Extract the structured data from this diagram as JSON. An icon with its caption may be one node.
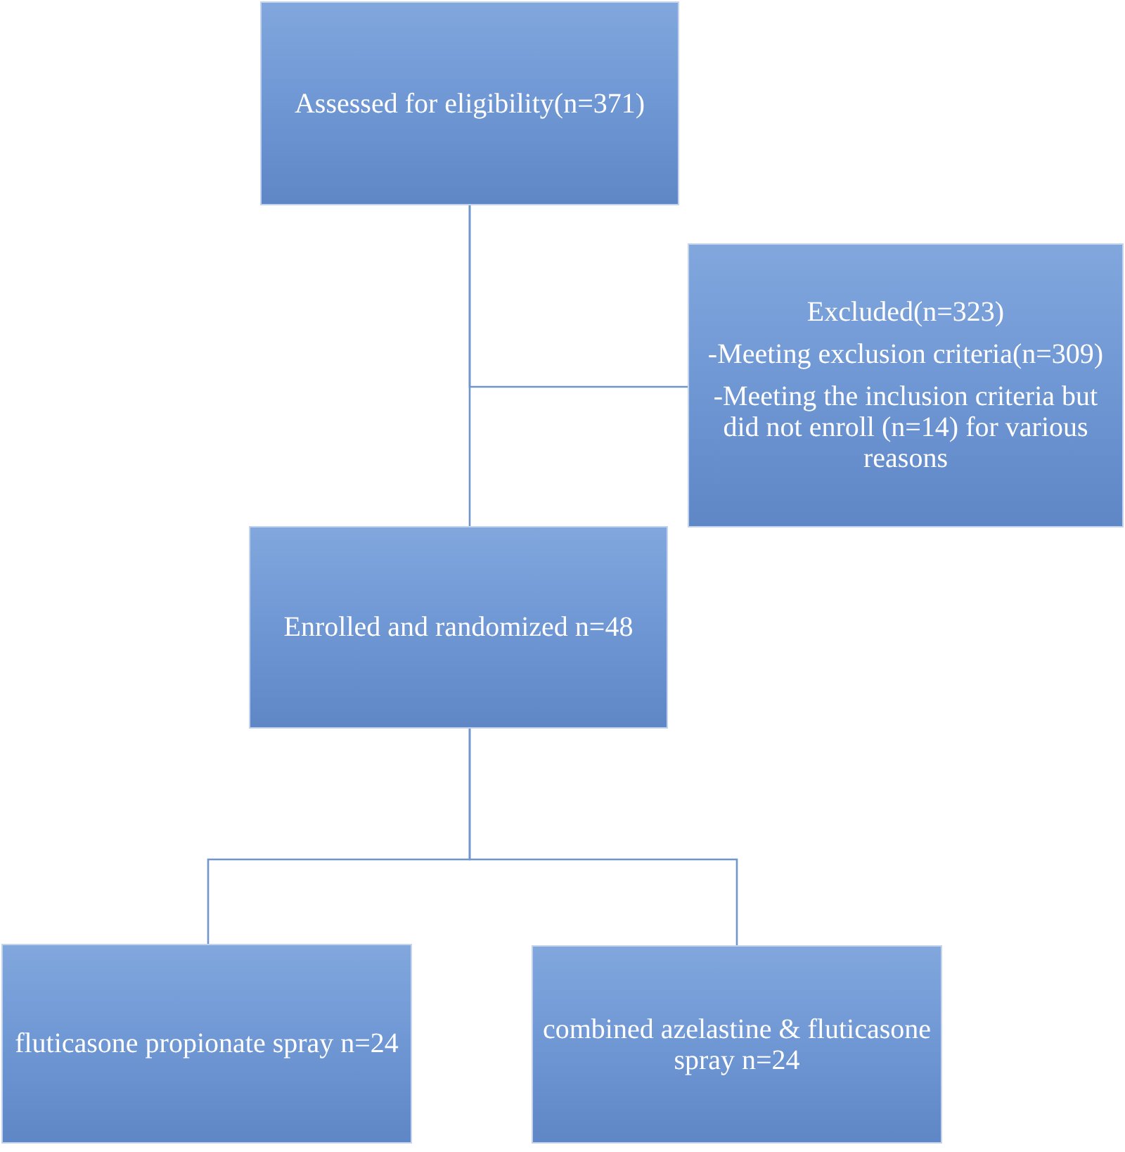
{
  "diagram": {
    "nodes": [
      {
        "text": [
          "Assessed for eligibility(n=371)"
        ]
      },
      {
        "text": [
          "Excluded(n=323)",
          "-Meeting exclusion criteria(n=309)",
          "-Meeting the inclusion criteria but did not enroll (n=14) for various reasons"
        ]
      },
      {
        "text": [
          "Enrolled and randomized n=48"
        ]
      },
      {
        "text": [
          "fluticasone propionate spray n=24"
        ]
      },
      {
        "text": [
          "combined azelastine & fluticasone spray n=24"
        ]
      }
    ],
    "edges": [
      {
        "from": 0,
        "to": 2,
        "arrow": "none"
      },
      {
        "from": 0,
        "to": 1,
        "arrow": "none"
      },
      {
        "from": 2,
        "to": 3,
        "arrow": "none"
      },
      {
        "from": 2,
        "to": 4,
        "arrow": "none"
      }
    ]
  }
}
